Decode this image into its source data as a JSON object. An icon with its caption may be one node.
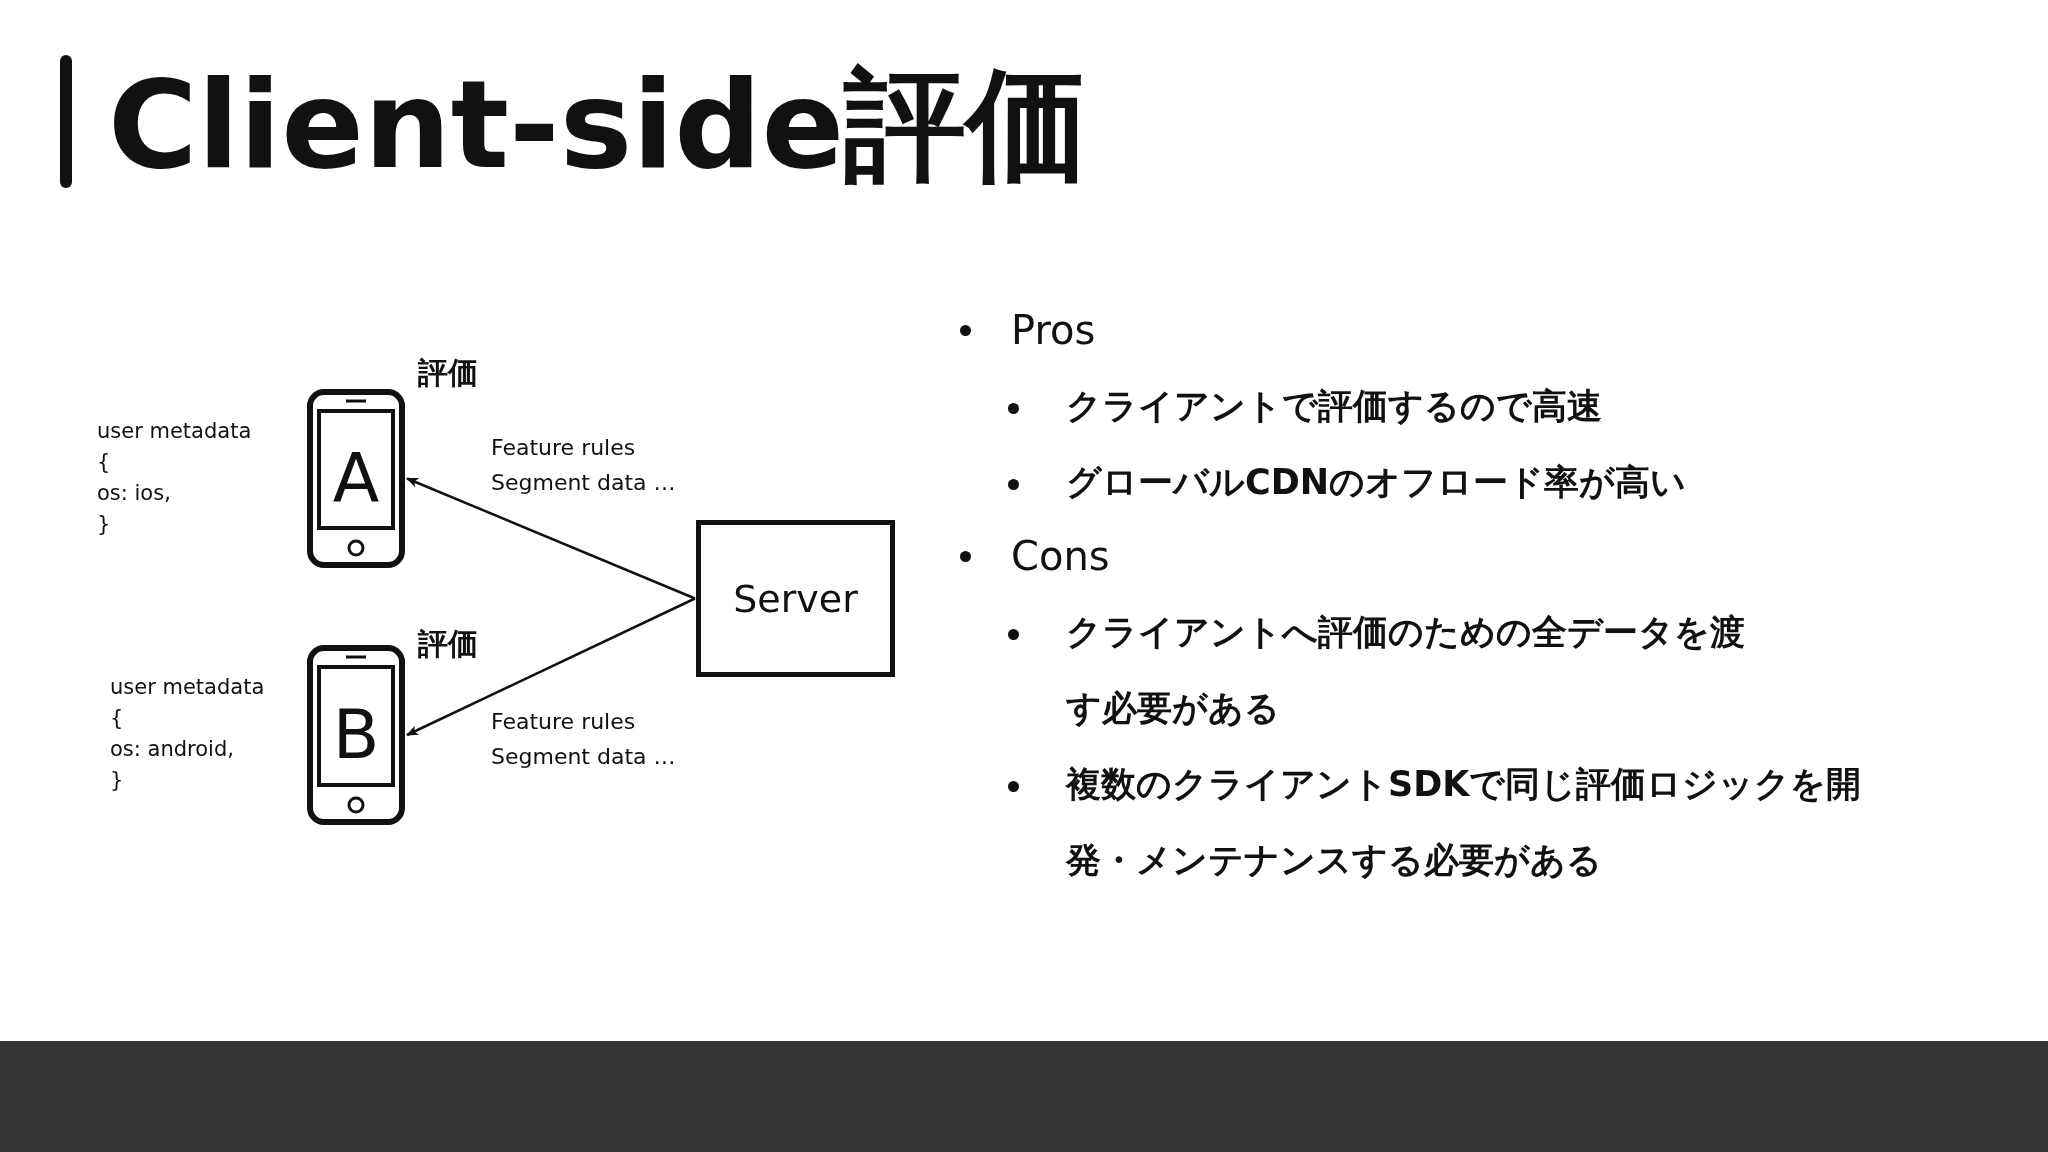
{
  "diagram": {
    "title": "Client-side評価",
    "nodes": [
      {
        "text": [
          "A"
        ],
        "beside": [
          "評価",
          "user metadata { os: ios, }"
        ]
      },
      {
        "text": [
          "B"
        ],
        "beside": [
          "評価",
          "user metadata { os: android, }"
        ]
      },
      {
        "text": [
          "Server"
        ]
      }
    ],
    "edges": [
      {
        "from": 2,
        "to": 0,
        "arrow": "to",
        "label": "Feature rules Segment data …"
      },
      {
        "from": 2,
        "to": 1,
        "arrow": "to",
        "label": "Feature rules Segment data …"
      }
    ],
    "labels": [
      "Pros",
      "クライアントで評価するので高速",
      "グローバルCDNのオフロード率が高い",
      "Cons",
      "クライアントへ評価のための全データを渡す必要がある",
      "複数のクライアントSDKで同じ評価ロジックを開発・メンテナンスする必要がある"
    ]
  }
}
